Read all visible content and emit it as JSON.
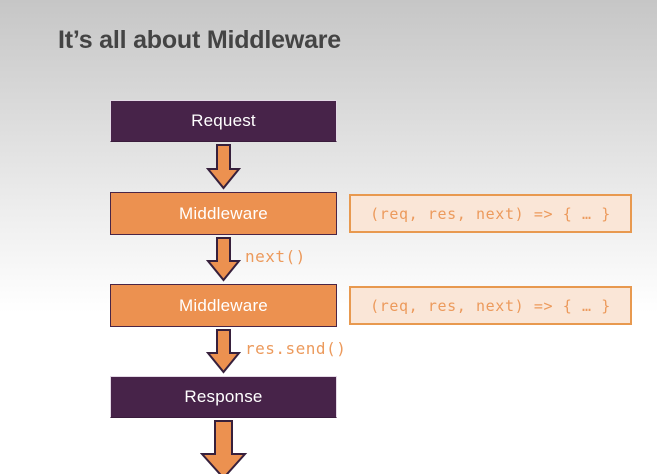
{
  "slide": {
    "title": "It’s all about Middleware",
    "background_top_color": "#c6c6c6",
    "background_bottom_color": "#ffffff",
    "title_color": "#444444"
  },
  "palette": {
    "dark_purple": "#472349",
    "orange": "#ec9150",
    "code_bg": "#fae6d7",
    "code_border": "#e8994f",
    "code_text": "#ec9a5c",
    "box_text": "#ffffff"
  },
  "flow": {
    "nodes": [
      {
        "id": "request",
        "label": "Request",
        "style": "dark"
      },
      {
        "id": "middleware1",
        "label": "Middleware",
        "style": "orange"
      },
      {
        "id": "middleware2",
        "label": "Middleware",
        "style": "orange"
      },
      {
        "id": "response",
        "label": "Response",
        "style": "dark"
      }
    ],
    "code_chips": [
      {
        "id": "code1",
        "text": "(req, res, next) => { … }"
      },
      {
        "id": "code2",
        "text": "(req, res, next) => { … }"
      }
    ],
    "arrows": [
      {
        "id": "arrow1",
        "label": "",
        "from": "request",
        "to": "middleware1"
      },
      {
        "id": "arrow2",
        "label": "next()",
        "from": "middleware1",
        "to": "middleware2"
      },
      {
        "id": "arrow3",
        "label": "res.send()",
        "from": "middleware2",
        "to": "response"
      },
      {
        "id": "arrow4",
        "label": "",
        "from": "response",
        "to": ""
      }
    ]
  }
}
